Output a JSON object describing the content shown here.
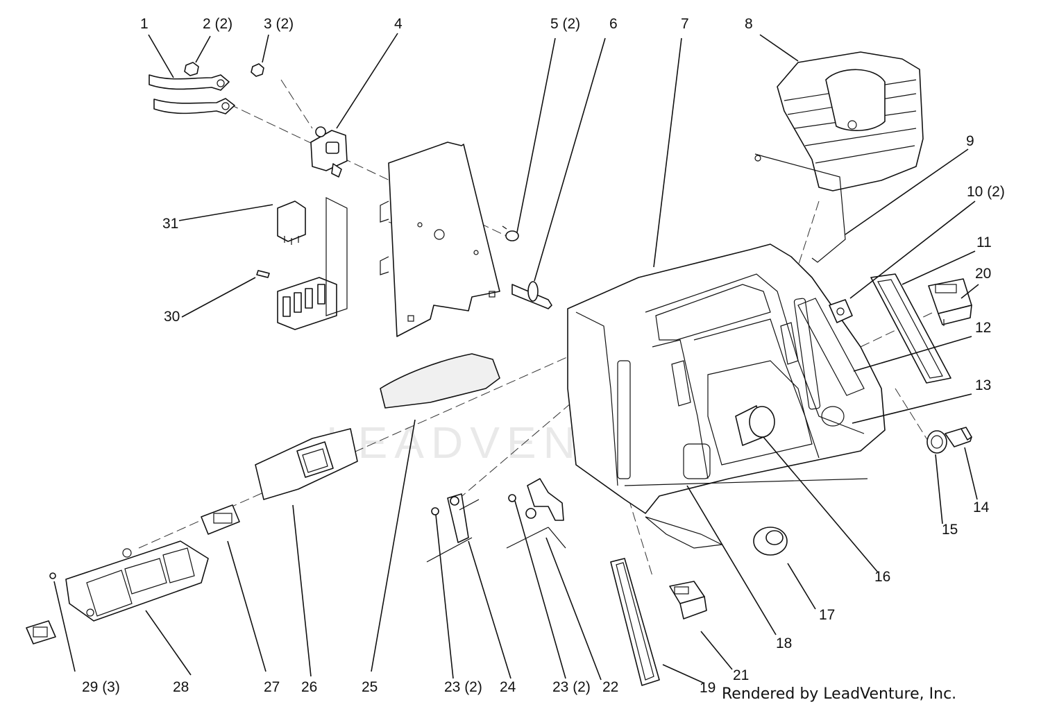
{
  "diagram": {
    "watermark": "LEADVENTURE",
    "credit": "Rendered by LeadVenture, Inc.",
    "callouts": [
      {
        "id": "c1",
        "text": "1"
      },
      {
        "id": "c2",
        "text": "2 (2)"
      },
      {
        "id": "c3",
        "text": "3 (2)"
      },
      {
        "id": "c4",
        "text": "4"
      },
      {
        "id": "c5",
        "text": "5 (2)"
      },
      {
        "id": "c6",
        "text": "6"
      },
      {
        "id": "c7",
        "text": "7"
      },
      {
        "id": "c8",
        "text": "8"
      },
      {
        "id": "c9",
        "text": "9"
      },
      {
        "id": "c10",
        "text": "10 (2)"
      },
      {
        "id": "c11",
        "text": "11"
      },
      {
        "id": "c12",
        "text": "12"
      },
      {
        "id": "c13",
        "text": "13"
      },
      {
        "id": "c14",
        "text": "14"
      },
      {
        "id": "c15",
        "text": "15"
      },
      {
        "id": "c16",
        "text": "16"
      },
      {
        "id": "c17",
        "text": "17"
      },
      {
        "id": "c18",
        "text": "18"
      },
      {
        "id": "c19",
        "text": "19"
      },
      {
        "id": "c20",
        "text": "20"
      },
      {
        "id": "c21",
        "text": "21"
      },
      {
        "id": "c22",
        "text": "22"
      },
      {
        "id": "c23a",
        "text": "23 (2)"
      },
      {
        "id": "c23b",
        "text": "23 (2)"
      },
      {
        "id": "c24",
        "text": "24"
      },
      {
        "id": "c25",
        "text": "25"
      },
      {
        "id": "c26",
        "text": "26"
      },
      {
        "id": "c27",
        "text": "27"
      },
      {
        "id": "c28",
        "text": "28"
      },
      {
        "id": "c29",
        "text": "29 (3)"
      },
      {
        "id": "c30",
        "text": "30"
      },
      {
        "id": "c31",
        "text": "31"
      }
    ]
  }
}
